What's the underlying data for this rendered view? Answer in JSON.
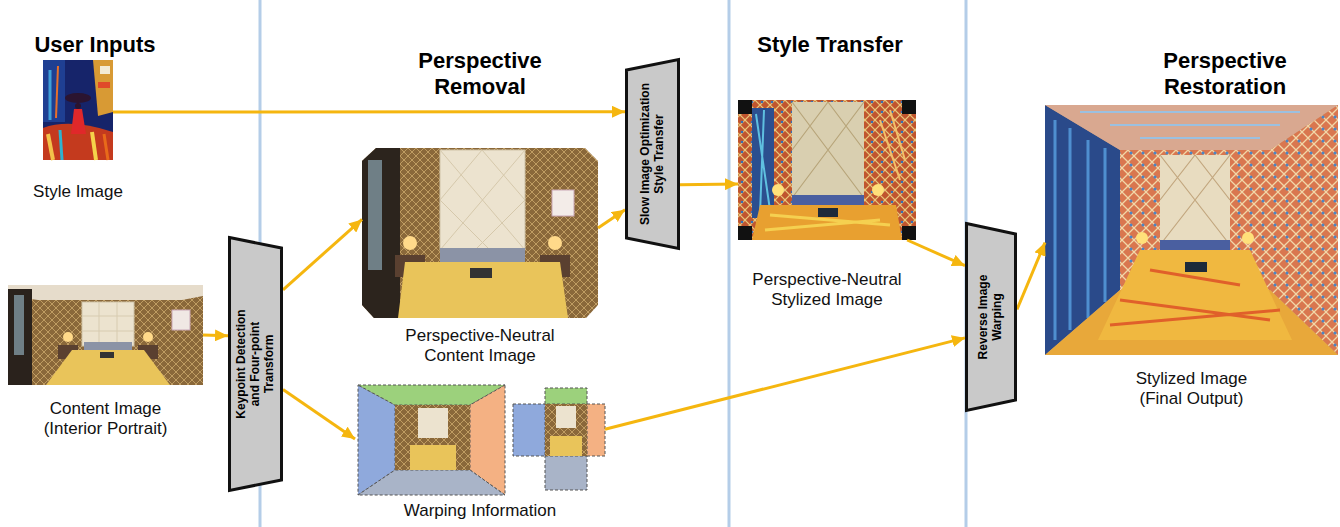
{
  "diagram": {
    "nodes": [
      {
        "text": [
          "Style Image"
        ]
      },
      {
        "text": [
          "Content Image (Interior Portrait)"
        ]
      },
      {
        "text": [
          "Keypoint Detection and Four-point Transform"
        ]
      },
      {
        "text": [
          "Perspective-Neutral Content Image"
        ]
      },
      {
        "text": [
          "Warping Information"
        ]
      },
      {
        "text": [
          "Slow Image Optimization Style Transfer"
        ]
      },
      {
        "text": [
          "Perspective-Neutral Stylized Image"
        ]
      },
      {
        "text": [
          "Reverse Image Warping"
        ]
      },
      {
        "text": [
          "Stylized Image (Final Output)"
        ]
      }
    ],
    "edges": [
      {
        "from": 0,
        "to": 5,
        "arrow": "to"
      },
      {
        "from": 1,
        "to": 2,
        "arrow": "to"
      },
      {
        "from": 2,
        "to": 3,
        "arrow": "to"
      },
      {
        "from": 2,
        "to": 4,
        "arrow": "to"
      },
      {
        "from": 3,
        "to": 5,
        "arrow": "to"
      },
      {
        "from": 5,
        "to": 6,
        "arrow": "to"
      },
      {
        "from": 6,
        "to": 7,
        "arrow": "to"
      },
      {
        "from": 4,
        "to": 7,
        "arrow": "to"
      },
      {
        "from": 7,
        "to": 8,
        "arrow": "to"
      }
    ],
    "labels": [
      "User Inputs",
      "Perspective Removal",
      "Style Transfer",
      "Perspective Restoration"
    ]
  }
}
